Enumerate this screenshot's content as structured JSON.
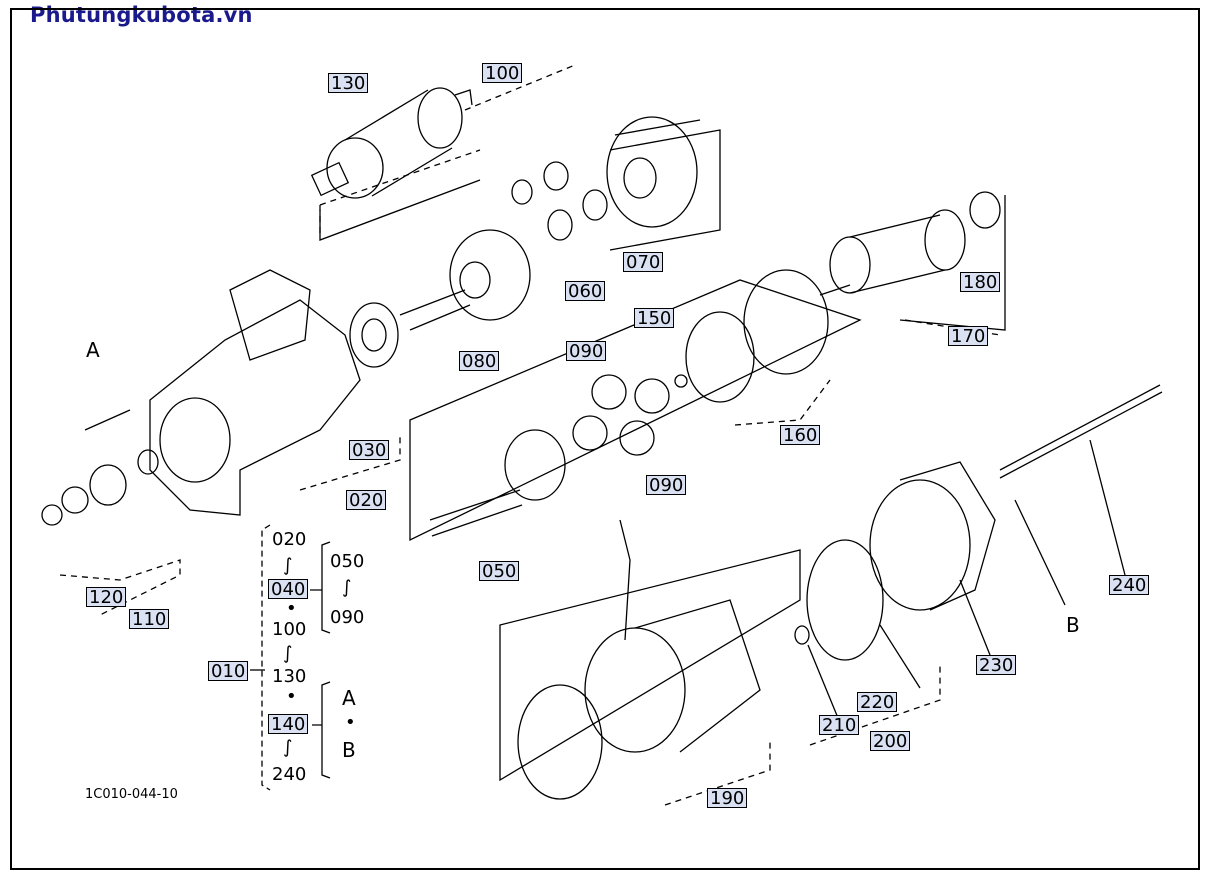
{
  "header": {
    "brand": "Phutungkubota.vn"
  },
  "diagram": {
    "drawing_code": "1C010-044-10",
    "part_labels": {
      "p130": "130",
      "p100": "100",
      "p070": "070",
      "p060": "060",
      "p080": "080",
      "p030": "030",
      "p020": "020",
      "p180": "180",
      "p170": "170",
      "p150": "150",
      "p090a": "090",
      "p090b": "090",
      "p160": "160",
      "p050": "050",
      "p120": "120",
      "p110": "110",
      "p240": "240",
      "p230": "230",
      "p220": "220",
      "p210": "210",
      "p200": "200",
      "p190": "190",
      "t040": "040",
      "t010": "010",
      "t140": "140"
    },
    "ref_letters": {
      "a": "A",
      "b": "B",
      "a2": "A",
      "b2": "B"
    },
    "tree_text": {
      "n020": "020",
      "n100": "100",
      "n130": "130",
      "n240": "240",
      "n050": "050",
      "n090": "090",
      "tilde": "∫",
      "dot": "•"
    }
  }
}
